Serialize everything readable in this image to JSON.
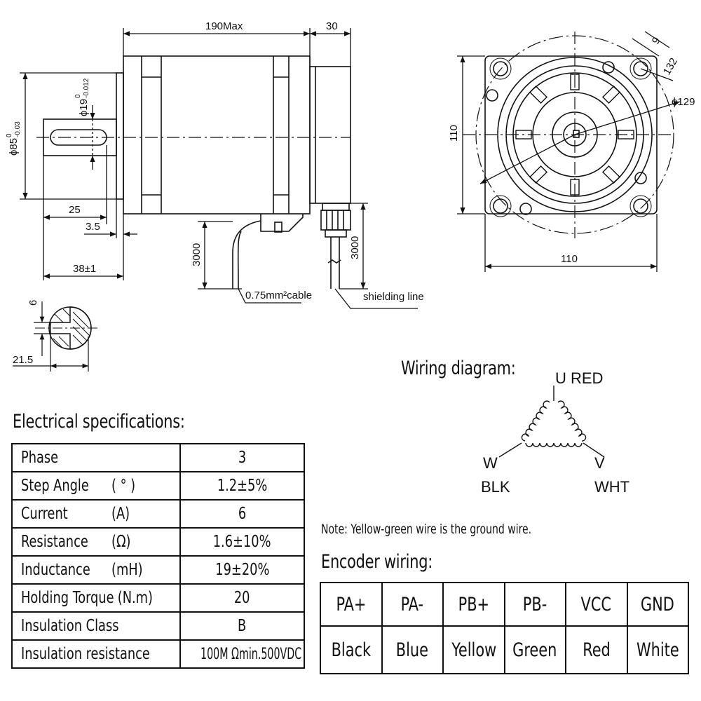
{
  "dimensions": {
    "length_max": "190Max",
    "rear_length": "30",
    "body_diameter": "ϕ85",
    "body_diameter_tol_upper": "0",
    "body_diameter_tol_lower": "-0.03",
    "shaft_diameter": "ϕ19",
    "shaft_diameter_tol_upper": "0",
    "shaft_diameter_tol_lower": "-0.012",
    "key_length": "25",
    "key_offset": "3.5",
    "shaft_length": "38±1",
    "lead_length_left": "3000",
    "lead_length_right": "3000",
    "cable_label": "0.75mm²cable",
    "shielding_label": "shielding line",
    "key_width": "6",
    "key_depth": "21.5",
    "flange_height": "110",
    "flange_width": "110",
    "hole_diameter": "9",
    "bolt_circle_square": "132",
    "bolt_circle": "ϕ129"
  },
  "wiring": {
    "title": "Wiring diagram:",
    "u_label": "U  RED",
    "w_label": "W",
    "w_color": "BLK",
    "v_label": "V",
    "v_color": "WHT"
  },
  "electrical": {
    "title": "Electrical specifications:",
    "rows": [
      {
        "name": "Phase",
        "unit": "",
        "value": "3"
      },
      {
        "name": "Step Angle",
        "unit": "( ° )",
        "value": "1.2±5%"
      },
      {
        "name": "Current",
        "unit": "(A)",
        "value": "6"
      },
      {
        "name": "Resistance",
        "unit": "(Ω)",
        "value": "1.6±10%"
      },
      {
        "name": "Inductance",
        "unit": "(mH)",
        "value": "19±20%"
      },
      {
        "name": "Holding Torque",
        "unit": "(N.m)",
        "value": "20"
      },
      {
        "name": "Insulation Class",
        "unit": "",
        "value": "B"
      },
      {
        "name": "Insulation resistance",
        "unit": "",
        "value": "100M Ωmin.500VDC"
      }
    ]
  },
  "note": "Note: Yellow-green wire is the ground wire.",
  "encoder": {
    "title": "Encoder wiring:",
    "headers": [
      "PA+",
      "PA-",
      "PB+",
      "PB-",
      "VCC",
      "GND"
    ],
    "colors": [
      "Black",
      "Blue",
      "Yellow",
      "Green",
      "Red",
      "White"
    ]
  }
}
